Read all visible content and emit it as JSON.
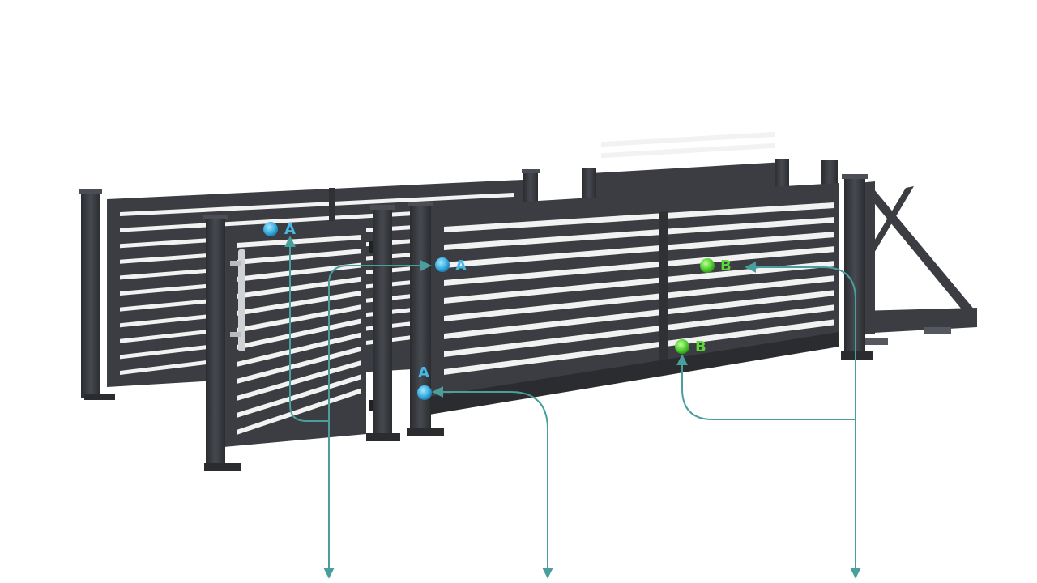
{
  "colors": {
    "background": "#ffffff",
    "metal": "#3b3d42",
    "metal_dark": "#2a2c30",
    "metal_light": "#55585e",
    "slat_gap": "#f2f2f2",
    "handle": "#d0d3d6",
    "leader_line": "#4a9f9c",
    "marker_a": "#45b8e8",
    "marker_b": "#5cd83a"
  },
  "markers": [
    {
      "id": "a1",
      "label": "A",
      "type": "A"
    },
    {
      "id": "a2",
      "label": "A",
      "type": "A"
    },
    {
      "id": "a3",
      "label": "A",
      "type": "A"
    },
    {
      "id": "b1",
      "label": "B",
      "type": "B"
    },
    {
      "id": "b2",
      "label": "B",
      "type": "B"
    }
  ]
}
